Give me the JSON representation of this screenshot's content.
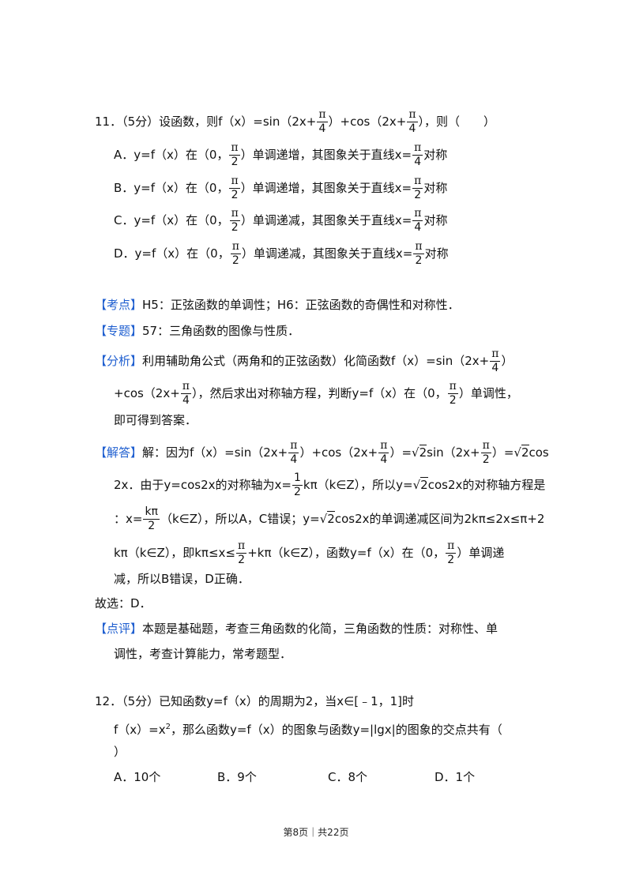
{
  "q11": {
    "stem_a": "11．（5分）设函数，则f（x）=sin（2x+",
    "stem_b": "）+cos（2x+",
    "stem_c": "），则（　　）",
    "pi": "π",
    "four": "4",
    "two": "2",
    "options": [
      {
        "a": "A．y=f（x）在（0，",
        "b": "）单调递增，其图象关于直线x=",
        "den": "4",
        "c": "对称"
      },
      {
        "a": "B．y=f（x）在（0，",
        "b": "）单调递增，其图象关于直线x=",
        "den": "2",
        "c": "对称"
      },
      {
        "a": "C．y=f（x）在（0，",
        "b": "）单调递减，其图象关于直线x=",
        "den": "4",
        "c": "对称"
      },
      {
        "a": "D．y=f（x）在（0，",
        "b": "）单调递减，其图象关于直线x=",
        "den": "2",
        "c": "对称"
      }
    ],
    "kaodian_tag": "【考点】",
    "kaodian": "H5：正弦函数的单调性；H6：正弦函数的奇偶性和对称性．",
    "zhuanti_tag": "【专题】",
    "zhuanti": "57：三角函数的图像与性质．",
    "fenxi_tag": "【分析】",
    "fenxi_1a": "利用辅助角公式（两角和的正弦函数）化简函数f（x）=sin（2x+",
    "fenxi_1b": "）",
    "fenxi_2a": "+cos（2x+",
    "fenxi_2b": "），然后求出对称轴方程，判断y=f（x）在（0，",
    "fenxi_2c": "）单调性，",
    "fenxi_3": "即可得到答案．",
    "jieda_tag": "【解答】",
    "jd1_a": "解：因为f（x）=sin（2x+",
    "jd1_b": "）+cos（2x+",
    "jd1_c": "）=",
    "jd1_d": "sin（2x+",
    "jd1_e": "）=",
    "jd1_f": "cos",
    "sqrt2": "2",
    "jd2_a": "2x．由于y=cos2x的对称轴为x=",
    "one": "1",
    "jd2_b": "kπ（k∈Z），所以y=",
    "jd2_c": "cos2x的对称轴方程是",
    "jd3_a": "：x=",
    "kpi": "kπ",
    "jd3_b": "（k∈Z），所以A，C错误；y=",
    "jd3_c": "cos2x的单调递减区间为2kπ≤2x≤π+2",
    "jd4_a": "kπ（k∈Z），即",
    "jd4_b": "kπ≤x≤",
    "jd4_c": "+kπ（k∈Z），函数y=f（x）在（0，",
    "jd4_d": "）单调递",
    "jd5": "减，所以B错误，D正确．",
    "guxuan": "故选：D．",
    "dianping_tag": "【点评】",
    "dianping_1": "本题是基础题，考查三角函数的化简，三角函数的性质：对称性、单",
    "dianping_2": "调性，考查计算能力，常考题型．"
  },
  "q12": {
    "line1": "12．（5分）已知函数y=f（x）的周期为2，当x∈[﹣1，1]时",
    "line2_a": "f（x）=x",
    "sup2": "2",
    "line2_b": "，那么函数y=f（x）的图象与函数y=|lgx|的图象的交点共有（",
    "line3": "）",
    "options": [
      "A．10个",
      "B．9个",
      "C．8个",
      "D．1个"
    ]
  },
  "footer": "第8页｜共22页"
}
